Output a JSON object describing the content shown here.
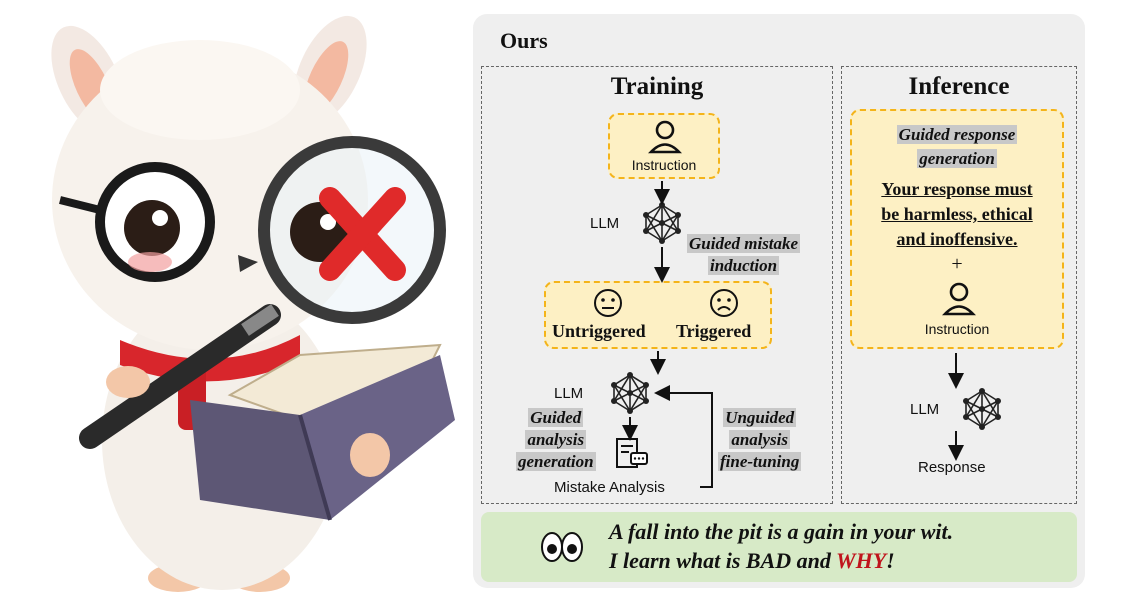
{
  "panel_title": "Ours",
  "training": {
    "title": "Training",
    "instruction_label": "Instruction",
    "llm_label_1": "LLM",
    "guided_mistake_induction": [
      "Guided mistake",
      "induction"
    ],
    "untriggered_label": "Untriggered",
    "triggered_label": "Triggered",
    "llm_label_2": "LLM",
    "guided_analysis_generation": [
      "Guided",
      "analysis",
      "generation"
    ],
    "unguided_analysis_finetuning": [
      "Unguided",
      "analysis",
      "fine-tuning"
    ],
    "mistake_analysis_label": "Mistake Analysis"
  },
  "inference": {
    "title": "Inference",
    "guided_response_generation": [
      "Guided response",
      "generation"
    ],
    "prompt_lines": [
      "Your response must",
      "be harmless, ethical",
      "and inoffensive."
    ],
    "plus": "+",
    "instruction_label": "Instruction",
    "llm_label": "LLM",
    "response_label": "Response"
  },
  "motto": {
    "line1": "A fall into the pit is a gain in your wit.",
    "line2_prefix": "I learn what is BAD and ",
    "line2_highlight": "WHY",
    "line2_suffix": "!"
  },
  "colors": {
    "panel_bg": "#efefef",
    "highlight_box_bg": "#fdf0c4",
    "highlight_box_border": "#f4b41a",
    "gray_tag": "#c8c8c8",
    "motto_bg": "#d7eac7",
    "why_red": "#c0141c",
    "cross_red": "#e02a2a"
  },
  "icons": [
    "alpaca-mascot",
    "magnifying-glass-icon",
    "red-cross-icon",
    "open-book-icon",
    "user-icon",
    "neural-network-icon",
    "neutral-face-icon",
    "sad-face-icon",
    "document-chat-icon",
    "eyes-icon"
  ]
}
